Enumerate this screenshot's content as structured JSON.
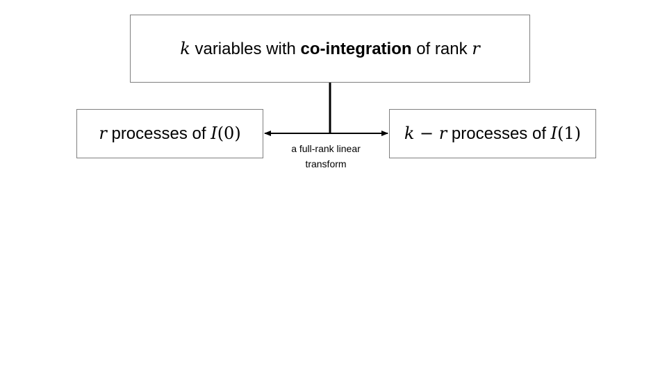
{
  "top_box": {
    "var_k": "k",
    "text_before": " variables with ",
    "text_bold": "co-integration",
    "text_after": " of rank ",
    "var_r": "r"
  },
  "left_box": {
    "var_r": "r",
    "text": " processes of ",
    "fn_I": "I",
    "arg": "(0)"
  },
  "right_box": {
    "var_k": "k",
    "minus": " − ",
    "var_r": "r",
    "text": " processes of ",
    "fn_I": "I",
    "arg": "(1)"
  },
  "connector": {
    "label_line1": "a full-rank linear",
    "label_line2": "transform",
    "line_color": "#000000"
  }
}
